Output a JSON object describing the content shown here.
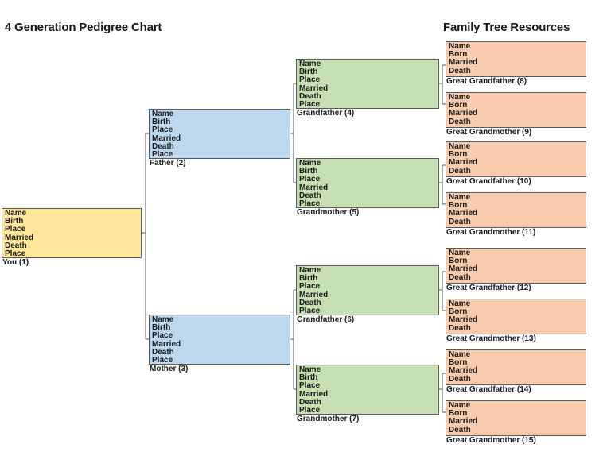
{
  "titles": {
    "left": "4 Generation Pedigree Chart",
    "right": "Family Tree Resources"
  },
  "palette": {
    "you": "#FFE699",
    "parent": "#BDD7EE",
    "grandparent": "#C6E0B4",
    "great_grandparent": "#F8CBAD",
    "border": "#595959",
    "connector": "#595959",
    "text": "#1a1a1a"
  },
  "field_sets": {
    "six_line": [
      "Name",
      "Birth",
      "Place",
      "Married",
      "Death",
      "Place"
    ],
    "four_line": [
      "Name",
      "Born",
      "Married",
      "Death"
    ]
  },
  "boxes": [
    {
      "id": "you-1",
      "caption": "You (1)",
      "generation": "self",
      "color": "you",
      "fields": "six_line"
    },
    {
      "id": "father-2",
      "caption": "Father (2)",
      "generation": "parent",
      "color": "parent",
      "fields": "six_line"
    },
    {
      "id": "mother-3",
      "caption": "Mother (3)",
      "generation": "parent",
      "color": "parent",
      "fields": "six_line"
    },
    {
      "id": "grandfather-4",
      "caption": "Grandfather (4)",
      "generation": "grandparent",
      "color": "grandparent",
      "fields": "six_line"
    },
    {
      "id": "grandmother-5",
      "caption": "Grandmother (5)",
      "generation": "grandparent",
      "color": "grandparent",
      "fields": "six_line"
    },
    {
      "id": "grandfather-6",
      "caption": "Grandfather (6)",
      "generation": "grandparent",
      "color": "grandparent",
      "fields": "six_line"
    },
    {
      "id": "grandmother-7",
      "caption": "Grandmother (7)",
      "generation": "grandparent",
      "color": "grandparent",
      "fields": "six_line"
    },
    {
      "id": "great-grandfather-8",
      "caption": "Great Grandfather (8)",
      "generation": "great-grandparent",
      "color": "great_grandparent",
      "fields": "four_line"
    },
    {
      "id": "great-grandmother-9",
      "caption": "Great Grandmother (9)",
      "generation": "great-grandparent",
      "color": "great_grandparent",
      "fields": "four_line"
    },
    {
      "id": "great-grandfather-10",
      "caption": "Great Grandfather (10)",
      "generation": "great-grandparent",
      "color": "great_grandparent",
      "fields": "four_line"
    },
    {
      "id": "great-grandmother-11",
      "caption": "Great Grandmother (11)",
      "generation": "great-grandparent",
      "color": "great_grandparent",
      "fields": "four_line"
    },
    {
      "id": "great-grandfather-12",
      "caption": "Great Grandfather (12)",
      "generation": "great-grandparent",
      "color": "great_grandparent",
      "fields": "four_line"
    },
    {
      "id": "great-grandmother-13",
      "caption": "Great Grandmother (13)",
      "generation": "great-grandparent",
      "color": "great_grandparent",
      "fields": "four_line"
    },
    {
      "id": "great-grandfather-14",
      "caption": "Great Grandfather (14)",
      "generation": "great-grandparent",
      "color": "great_grandparent",
      "fields": "four_line"
    },
    {
      "id": "great-grandmother-15",
      "caption": "Great Grandmother (15)",
      "generation": "great-grandparent",
      "color": "great_grandparent",
      "fields": "four_line"
    }
  ]
}
